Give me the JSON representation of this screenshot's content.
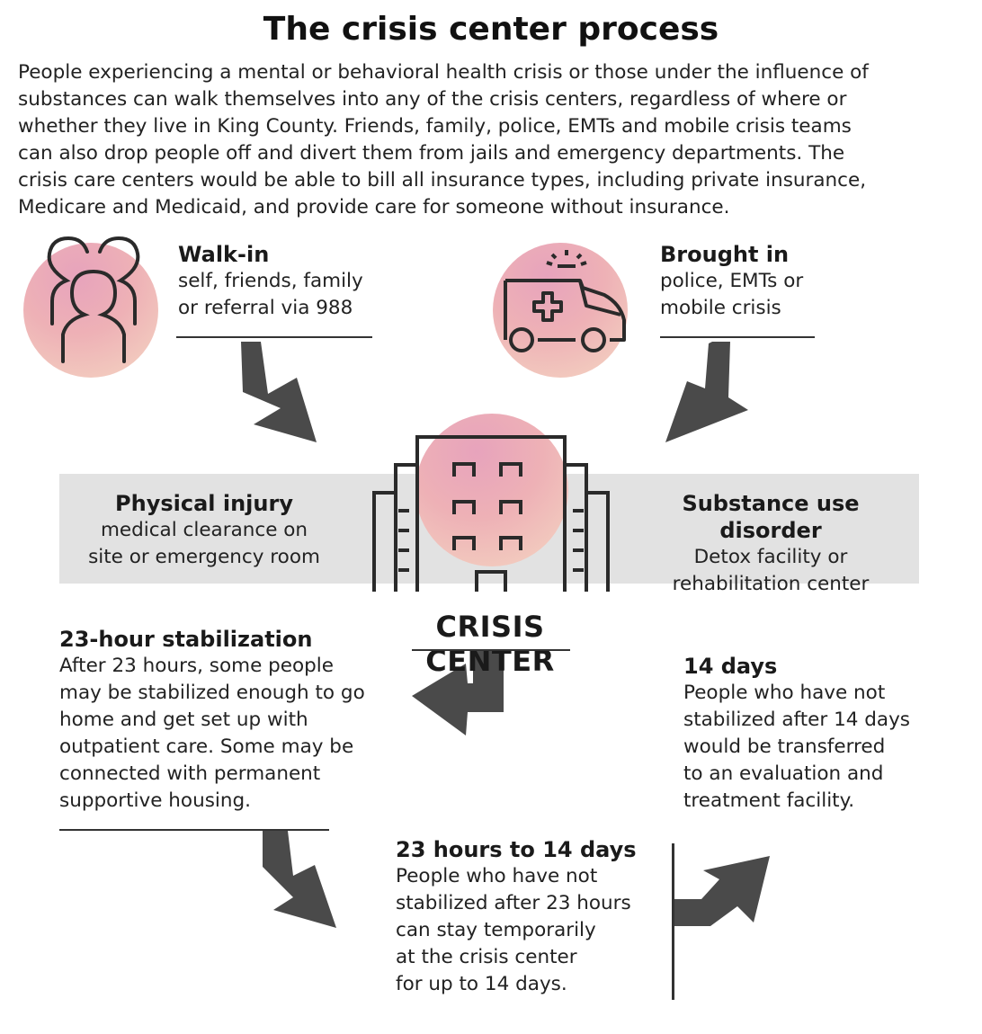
{
  "title": "The crisis center process",
  "intro": "People experiencing a mental or behavioral health crisis or those under the influence of\nsubstances can walk themselves into any of the crisis centers, regardless of where or\nwhether they live in King County. Friends, family, police, EMTs and mobile crisis teams\ncan also drop people off and divert them from jails and emergency departments. The\ncrisis care centers would be able to bill all insurance types, including private insurance,\nMedicare and Medicaid, and provide care for someone without insurance.",
  "walk_in": {
    "heading": "Walk-in",
    "text": "self, friends, family\nor referral via 988",
    "icon": "people-icon"
  },
  "brought_in": {
    "heading": "Brought in",
    "text": "police, EMTs or\nmobile crisis",
    "icon": "ambulance-icon"
  },
  "physical_injury": {
    "heading": "Physical injury",
    "text": "medical clearance on\nsite or emergency room"
  },
  "substance_use": {
    "heading": "Substance use disorder",
    "text": "Detox facility or\nrehabilitation center"
  },
  "crisis_center": {
    "label": "CRISIS CENTER",
    "icon": "building-icon"
  },
  "stabilization_23h": {
    "heading": "23-hour stabilization",
    "text": "After 23 hours, some people\nmay be stabilized enough to go\nhome and get set up with\noutpatient care. Some may be\nconnected with permanent\nsupportive housing."
  },
  "days_14": {
    "heading": "14 days",
    "text": "People who have not\nstabilized after 14 days\nwould be transferred\nto an evaluation and\ntreatment facility."
  },
  "hours_to_days": {
    "heading": "23 hours to 14 days",
    "text": "People who have not\nstabilized after 23 hours\ncan stay temporarily\nat the crisis center\nfor up to 14 days."
  },
  "colors": {
    "arrow": "#4a4a4a",
    "band": "#e2e2e2",
    "circle_pink": "#e7a3bc",
    "circle_peach": "#f4d6c2"
  }
}
